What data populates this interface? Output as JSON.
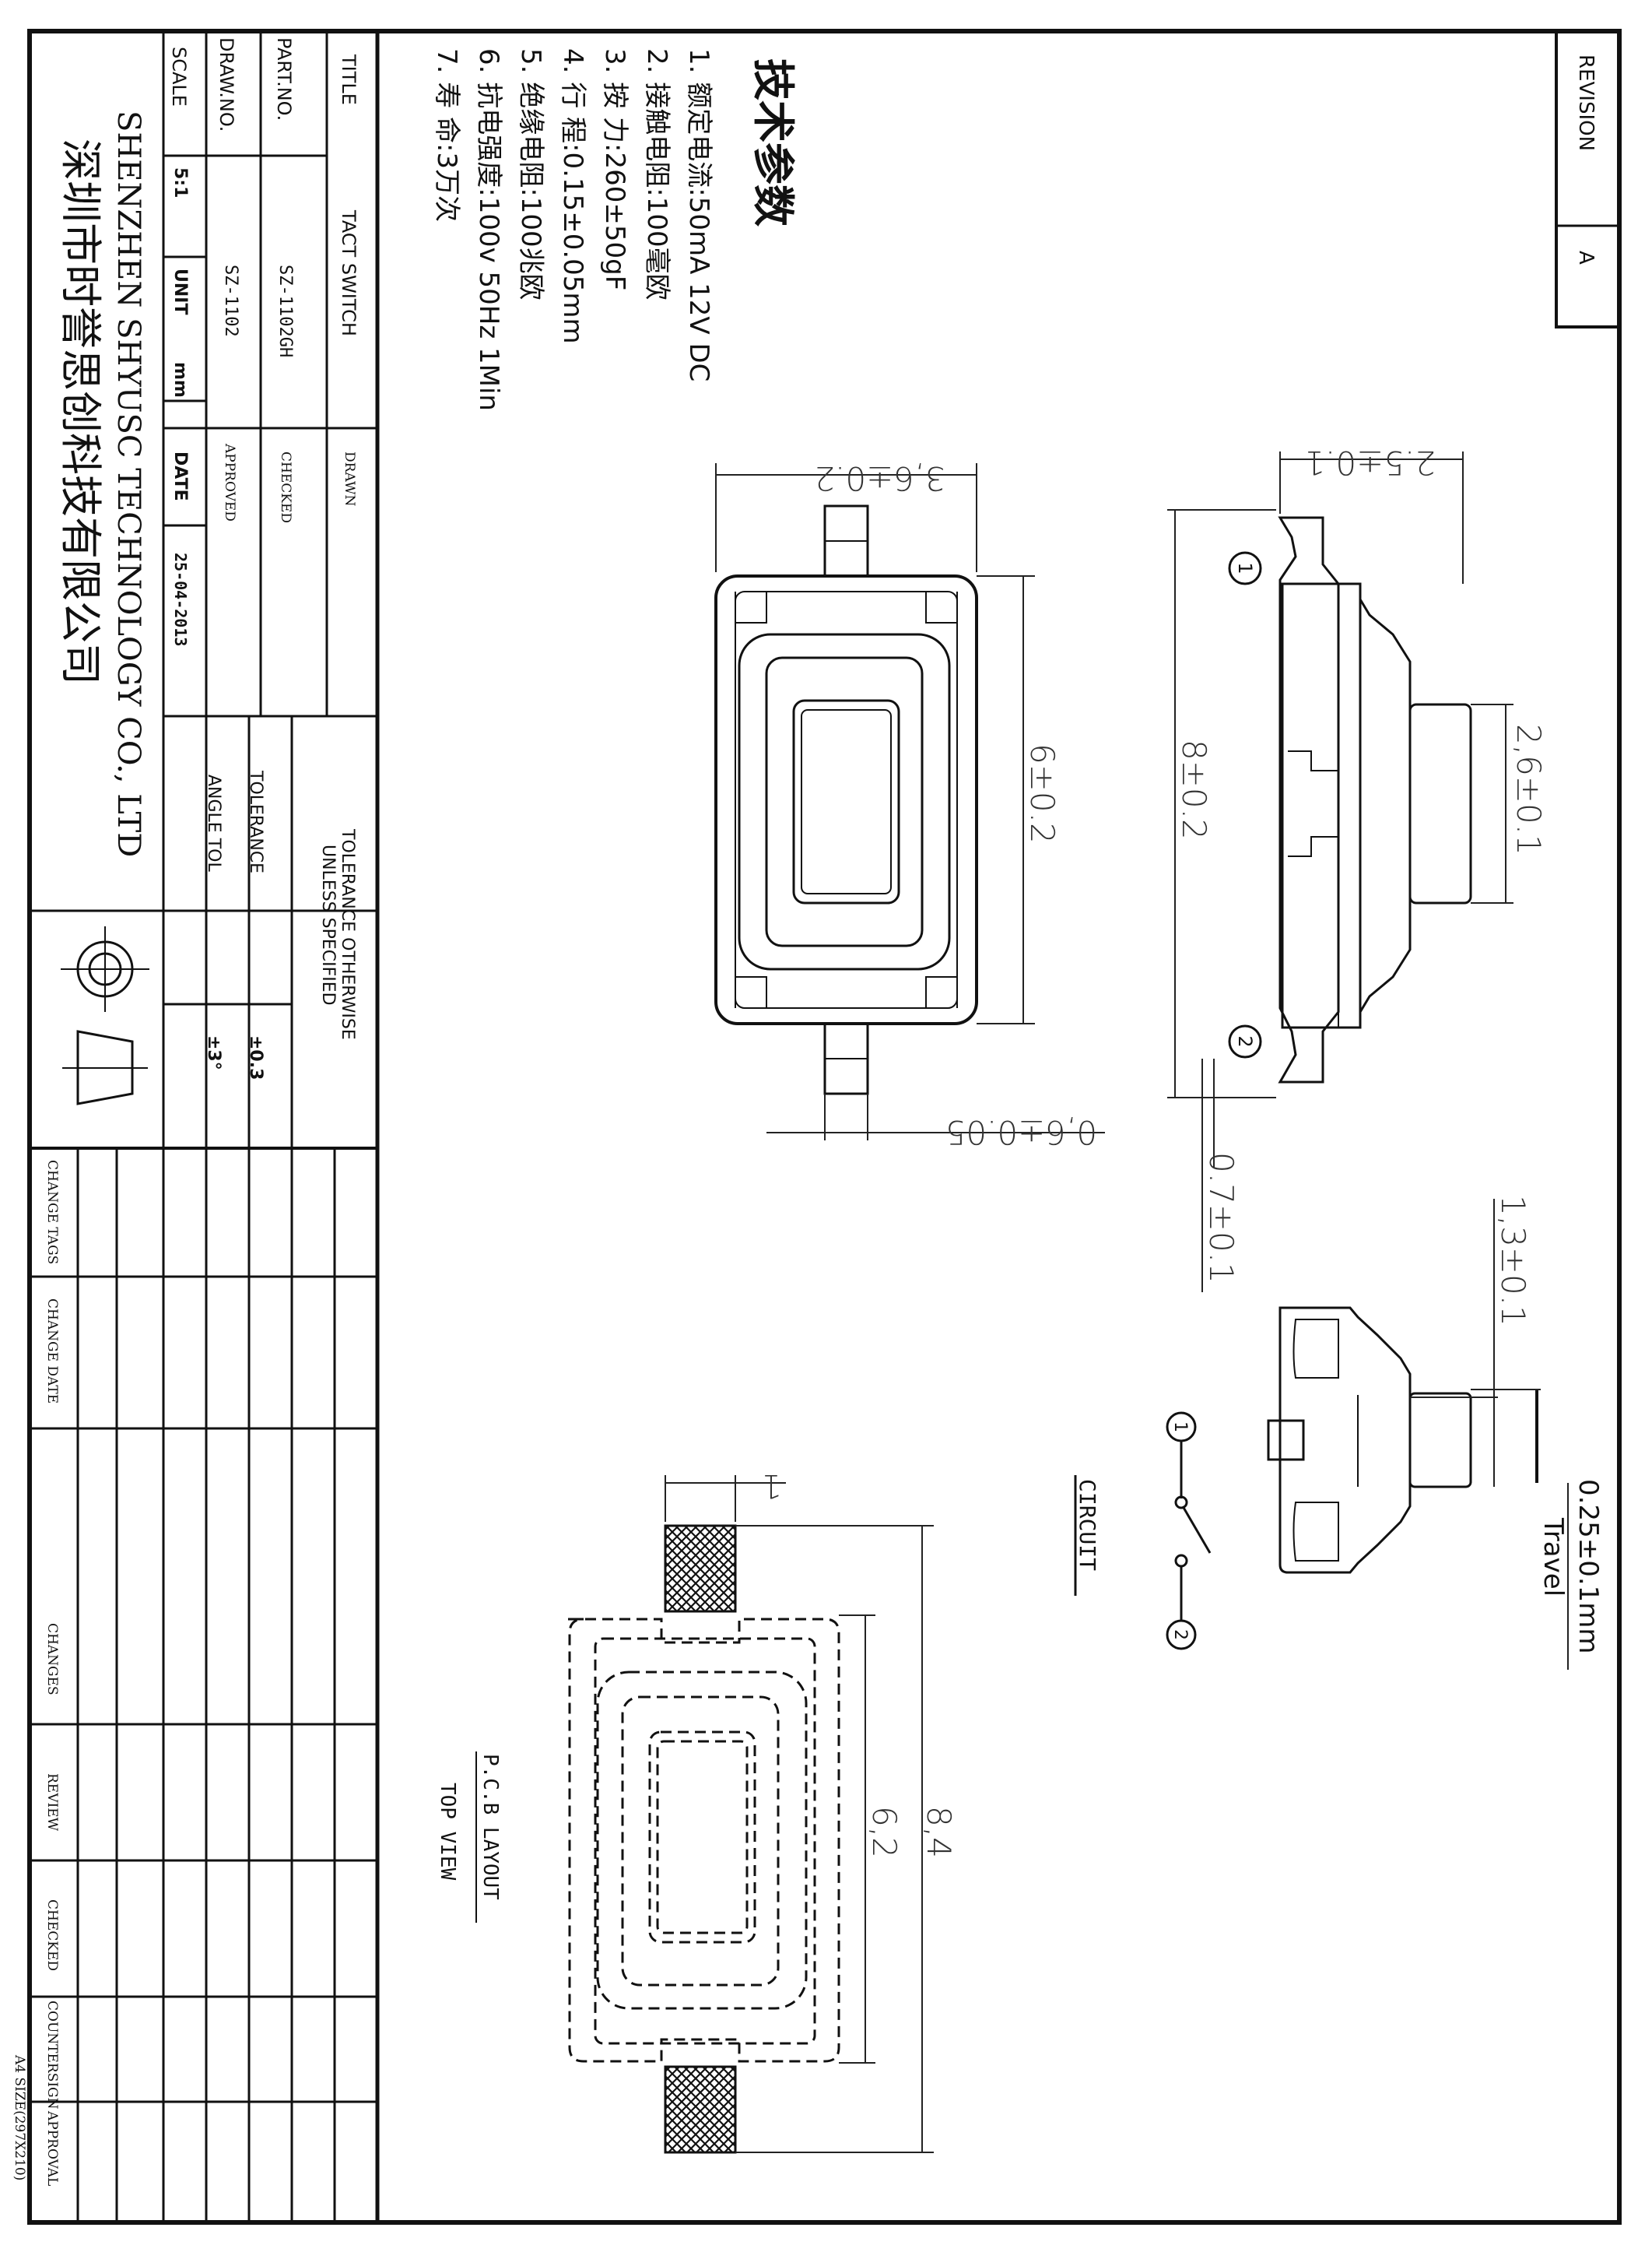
{
  "revision": {
    "label": "REVISION",
    "value": "A"
  },
  "title_block": {
    "title_label": "TITLE",
    "title_value": "TACT SWITCH",
    "drawn_label": "DRAWN",
    "part_label": "PART.NO.",
    "part_value": "SZ-1102GH",
    "checked_label": "CHECKED",
    "draw_label": "DRAW.NO.",
    "draw_value": "SZ-1102",
    "approved_label": "APPROVED",
    "scale_label": "SCALE",
    "scale_value": "5:1",
    "unit_label": "UNIT",
    "unit_value": "mm",
    "date_label": "DATE",
    "date_value": "25-04-2013",
    "company_en": "SHENZHEN SHYUSC TECHNOLOGY CO., LTD",
    "company_cn": "深圳市时誉思创科技有限公司",
    "tolerance_header_1": "TOLERANCE OTHERWISE",
    "tolerance_header_2": "UNLESS SPECIFIED",
    "tolerance_label": "TOLERANCE",
    "tolerance_value": "±0.3",
    "angle_label": "ANGLE TOL",
    "angle_value": "±3°"
  },
  "change_columns": [
    "CHANGE TAGS",
    "CHANGE DATE",
    "CHANGES",
    "REVIEW",
    "CHECKED",
    "COUNTERSIGN",
    "APPROVAL"
  ],
  "sheet_size": "A4 SIZE(297X210)",
  "specs": {
    "heading": "技术参数",
    "items": [
      "1. 额定电流:50mA 12V DC",
      "2. 接触电阻:100毫欧",
      "3. 按      力:260±50gF",
      "4. 行      程:0.15±0.05mm",
      "5. 绝缘电阻:100兆欧",
      "6. 抗电强度:100v 50Hz 1Min",
      "7. 寿      命:3万次"
    ]
  },
  "dimensions": {
    "side_lead": "2.5±0.1",
    "plunger": "2,6±0.1",
    "overall": "8±0.2",
    "lead_offset": "0.7±0.1",
    "width": "3,6±0.2",
    "length": "6±0.2",
    "lead_width": "0,6±0.05",
    "plunger_height": "1,3±0.1",
    "travel_value": "0.25±0.1mm",
    "travel_label": "Travel",
    "pad_width": "1",
    "pcb_total": "8,4",
    "pcb_body": "6,2"
  },
  "pins": {
    "pin1": "1",
    "pin2": "2"
  },
  "labels": {
    "circuit": "CIRCUIT",
    "pcb_layout": "P.C.B LAYOUT",
    "top_view": "TOP VIEW"
  }
}
